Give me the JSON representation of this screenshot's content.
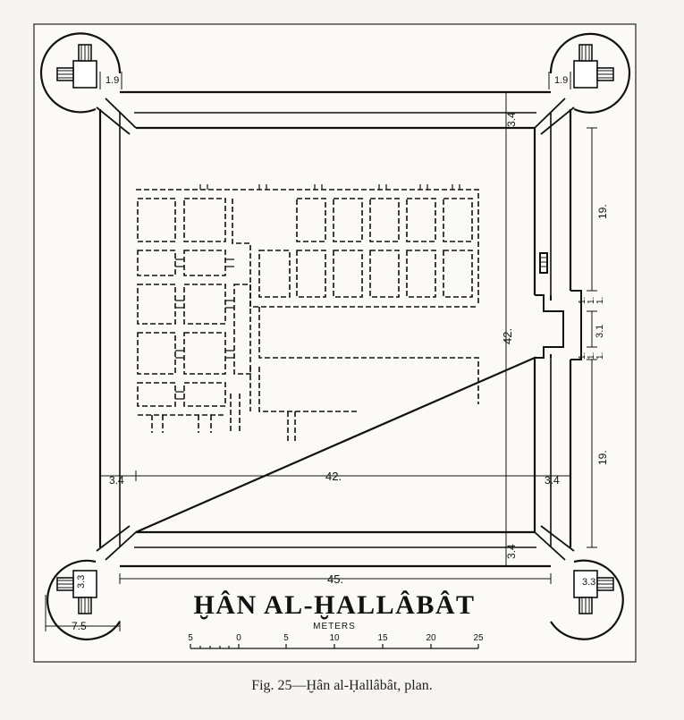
{
  "figure": {
    "title": "ḪÂN AL-ḪALLÂBÂT",
    "caption": "Fig. 25—Ḫân al-Ḥallâbât, plan."
  },
  "dimensions": {
    "corner_tower_width_top_left": "1.9",
    "corner_tower_width_top_right": "1.9",
    "wall_thickness_top": "3.4",
    "wall_thickness_bottom": "3.4",
    "wall_thickness_left": "3.4",
    "wall_thickness_right": "3.4",
    "inner_height": "42.",
    "inner_width": "42.",
    "outer_width": "45.",
    "gate_offset_upper": "19.",
    "gate_offset_lower": "19.",
    "gate_small_1": "1.",
    "gate_small_2": "1.",
    "gate_small_3": "1.",
    "gate_width": "3.1",
    "gate_small_4": "1.",
    "gate_small_5": "1.",
    "gate_small_6": "1.",
    "tower_bottom_left": "3.3",
    "tower_bottom_right": "3.3",
    "tower_diameter": "7.5"
  },
  "scale_bar": {
    "unit_label": "METERS",
    "ticks": [
      "5",
      "0",
      "5",
      "10",
      "15",
      "20",
      "25"
    ]
  }
}
